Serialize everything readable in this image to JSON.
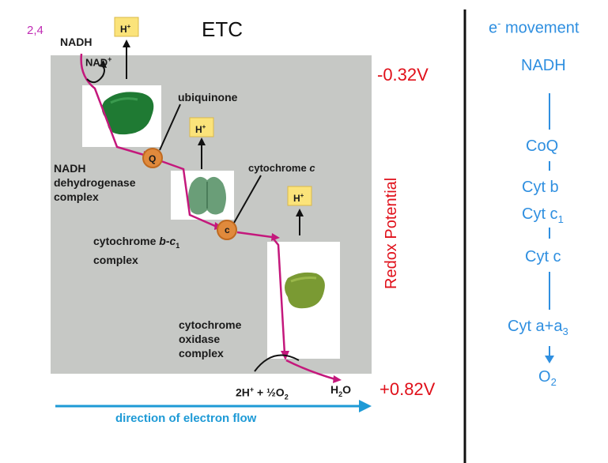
{
  "slide": {
    "page_ref": "2,4",
    "title": "ETC"
  },
  "diagram": {
    "nadh": "NADH",
    "nad_plus": "NAD",
    "nad_plus_sup": "+",
    "h_plus": "H",
    "h_plus_sup": "+",
    "ubiquinone": "ubiquinone",
    "q_label": "Q",
    "c_label": "c",
    "cytochrome_c_label": "cytochrome",
    "cytochrome_c_letter": "c",
    "complex1": [
      "NADH",
      "dehydrogenase",
      "complex"
    ],
    "complex3_line1_main": "cytochrome ",
    "complex3_line1_b": "b",
    "complex3_line1_dash": "-",
    "complex3_line1_c": "c",
    "complex3_line1_sub": "1",
    "complex3_line2": "complex",
    "complex4": [
      "cytochrome",
      "oxidase",
      "complex"
    ],
    "reaction_lhs": "2H",
    "reaction_lhs_sup": "+",
    "reaction_plus": " + ½O",
    "reaction_o_sub": "2",
    "water": "H",
    "water_sub": "2",
    "water_o": "O",
    "flow_label": "direction of electron flow"
  },
  "redox": {
    "top_value": "-0.32V",
    "bottom_value": "+0.82V",
    "axis_label": "Redox Potential"
  },
  "e_movement": {
    "title_prefix": "e",
    "title_sup": "-",
    "title_rest": " movement",
    "nadh": "NADH",
    "coq": "CoQ",
    "cyt_b": "Cyt b",
    "cyt_c1": "Cyt c",
    "cyt_c1_sub": "1",
    "cyt_c": "Cyt c",
    "cyt_a": "Cyt a+a",
    "cyt_a_sub": "3",
    "o2": "O",
    "o2_sub": "2"
  },
  "colors": {
    "panel_gray": "#c6c8c5",
    "electron_path": "#c4187c",
    "flow_arrow": "#1e9ad6",
    "h_box": "#fbe37a",
    "carrier_orange": "#e08a3c",
    "title_blue": "#2f8fe0",
    "redox_red": "#e0101a",
    "page_ref_magenta": "#c02bb4"
  }
}
